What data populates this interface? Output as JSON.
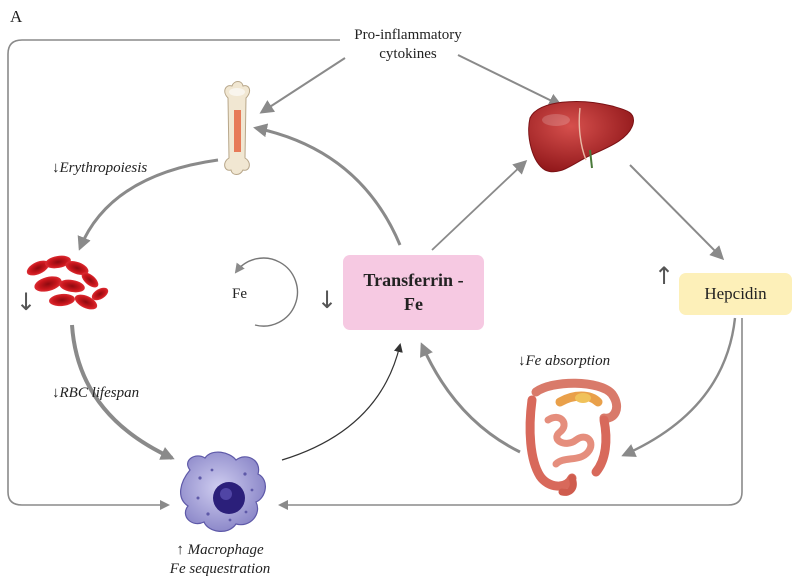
{
  "panel_label": "A",
  "top_signal": {
    "line1": "Pro-inflammatory",
    "line2": "cytokines"
  },
  "center_node": {
    "line1": "Transferrin -",
    "line2": "Fe"
  },
  "hepcidin": {
    "label": "Hepcidin",
    "indicator": "↑"
  },
  "labels": {
    "erythropoiesis": "↓Erythropoiesis",
    "rbc_lifespan": "↓RBC lifespan",
    "fe_absorption": "↓Fe absorption",
    "macrophage_line1": "↑ Macrophage",
    "macrophage_line2": "Fe sequestration",
    "fe_cycle": "Fe",
    "rbc_down": "↓",
    "transferrin_down": "↓"
  },
  "illustrations": [
    "bone",
    "liver",
    "red-blood-cells",
    "macrophage",
    "intestine"
  ],
  "colors": {
    "arrow": "#8a8a8a",
    "transferrin_box": "#f6c9e2",
    "hepcidin_box": "#fdf0b9",
    "liver": "#b5262a",
    "rbc": "#c3141b",
    "macrophage": "#8a86c9"
  }
}
